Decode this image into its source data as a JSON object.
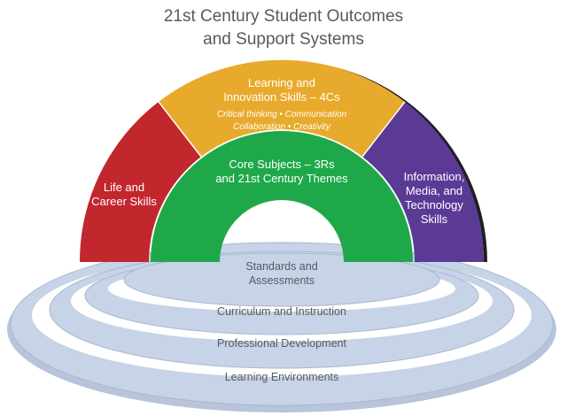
{
  "title": {
    "line1": "21st Century Student Outcomes",
    "line2": "and Support Systems"
  },
  "outcomes": {
    "life_career": [
      "Life and",
      "Career Skills"
    ],
    "learning_innovation": {
      "lines": [
        "Learning and",
        "Innovation Skills – 4Cs"
      ],
      "sub": [
        "Critical thinking • Communication",
        "Collaboration • Creativity"
      ]
    },
    "information_media": [
      "Information,",
      "Media, and",
      "Technology",
      "Skills"
    ],
    "core_subjects": [
      "Core Subjects – 3Rs",
      "and 21st Century Themes"
    ]
  },
  "support_systems": {
    "standards": [
      "Standards and",
      "Assessments"
    ],
    "curriculum": "Curriculum and Instruction",
    "professional_development": "Professional Development",
    "learning_environments": "Learning Environments"
  },
  "colors": {
    "life_career": "#c1272d",
    "learning_innovation": "#e8aa2c",
    "information_media": "#5b3a96",
    "core_subjects": "#1fa84a",
    "ring_fill": "#c7d3e6",
    "ring_stroke": "#a9b8d0"
  }
}
